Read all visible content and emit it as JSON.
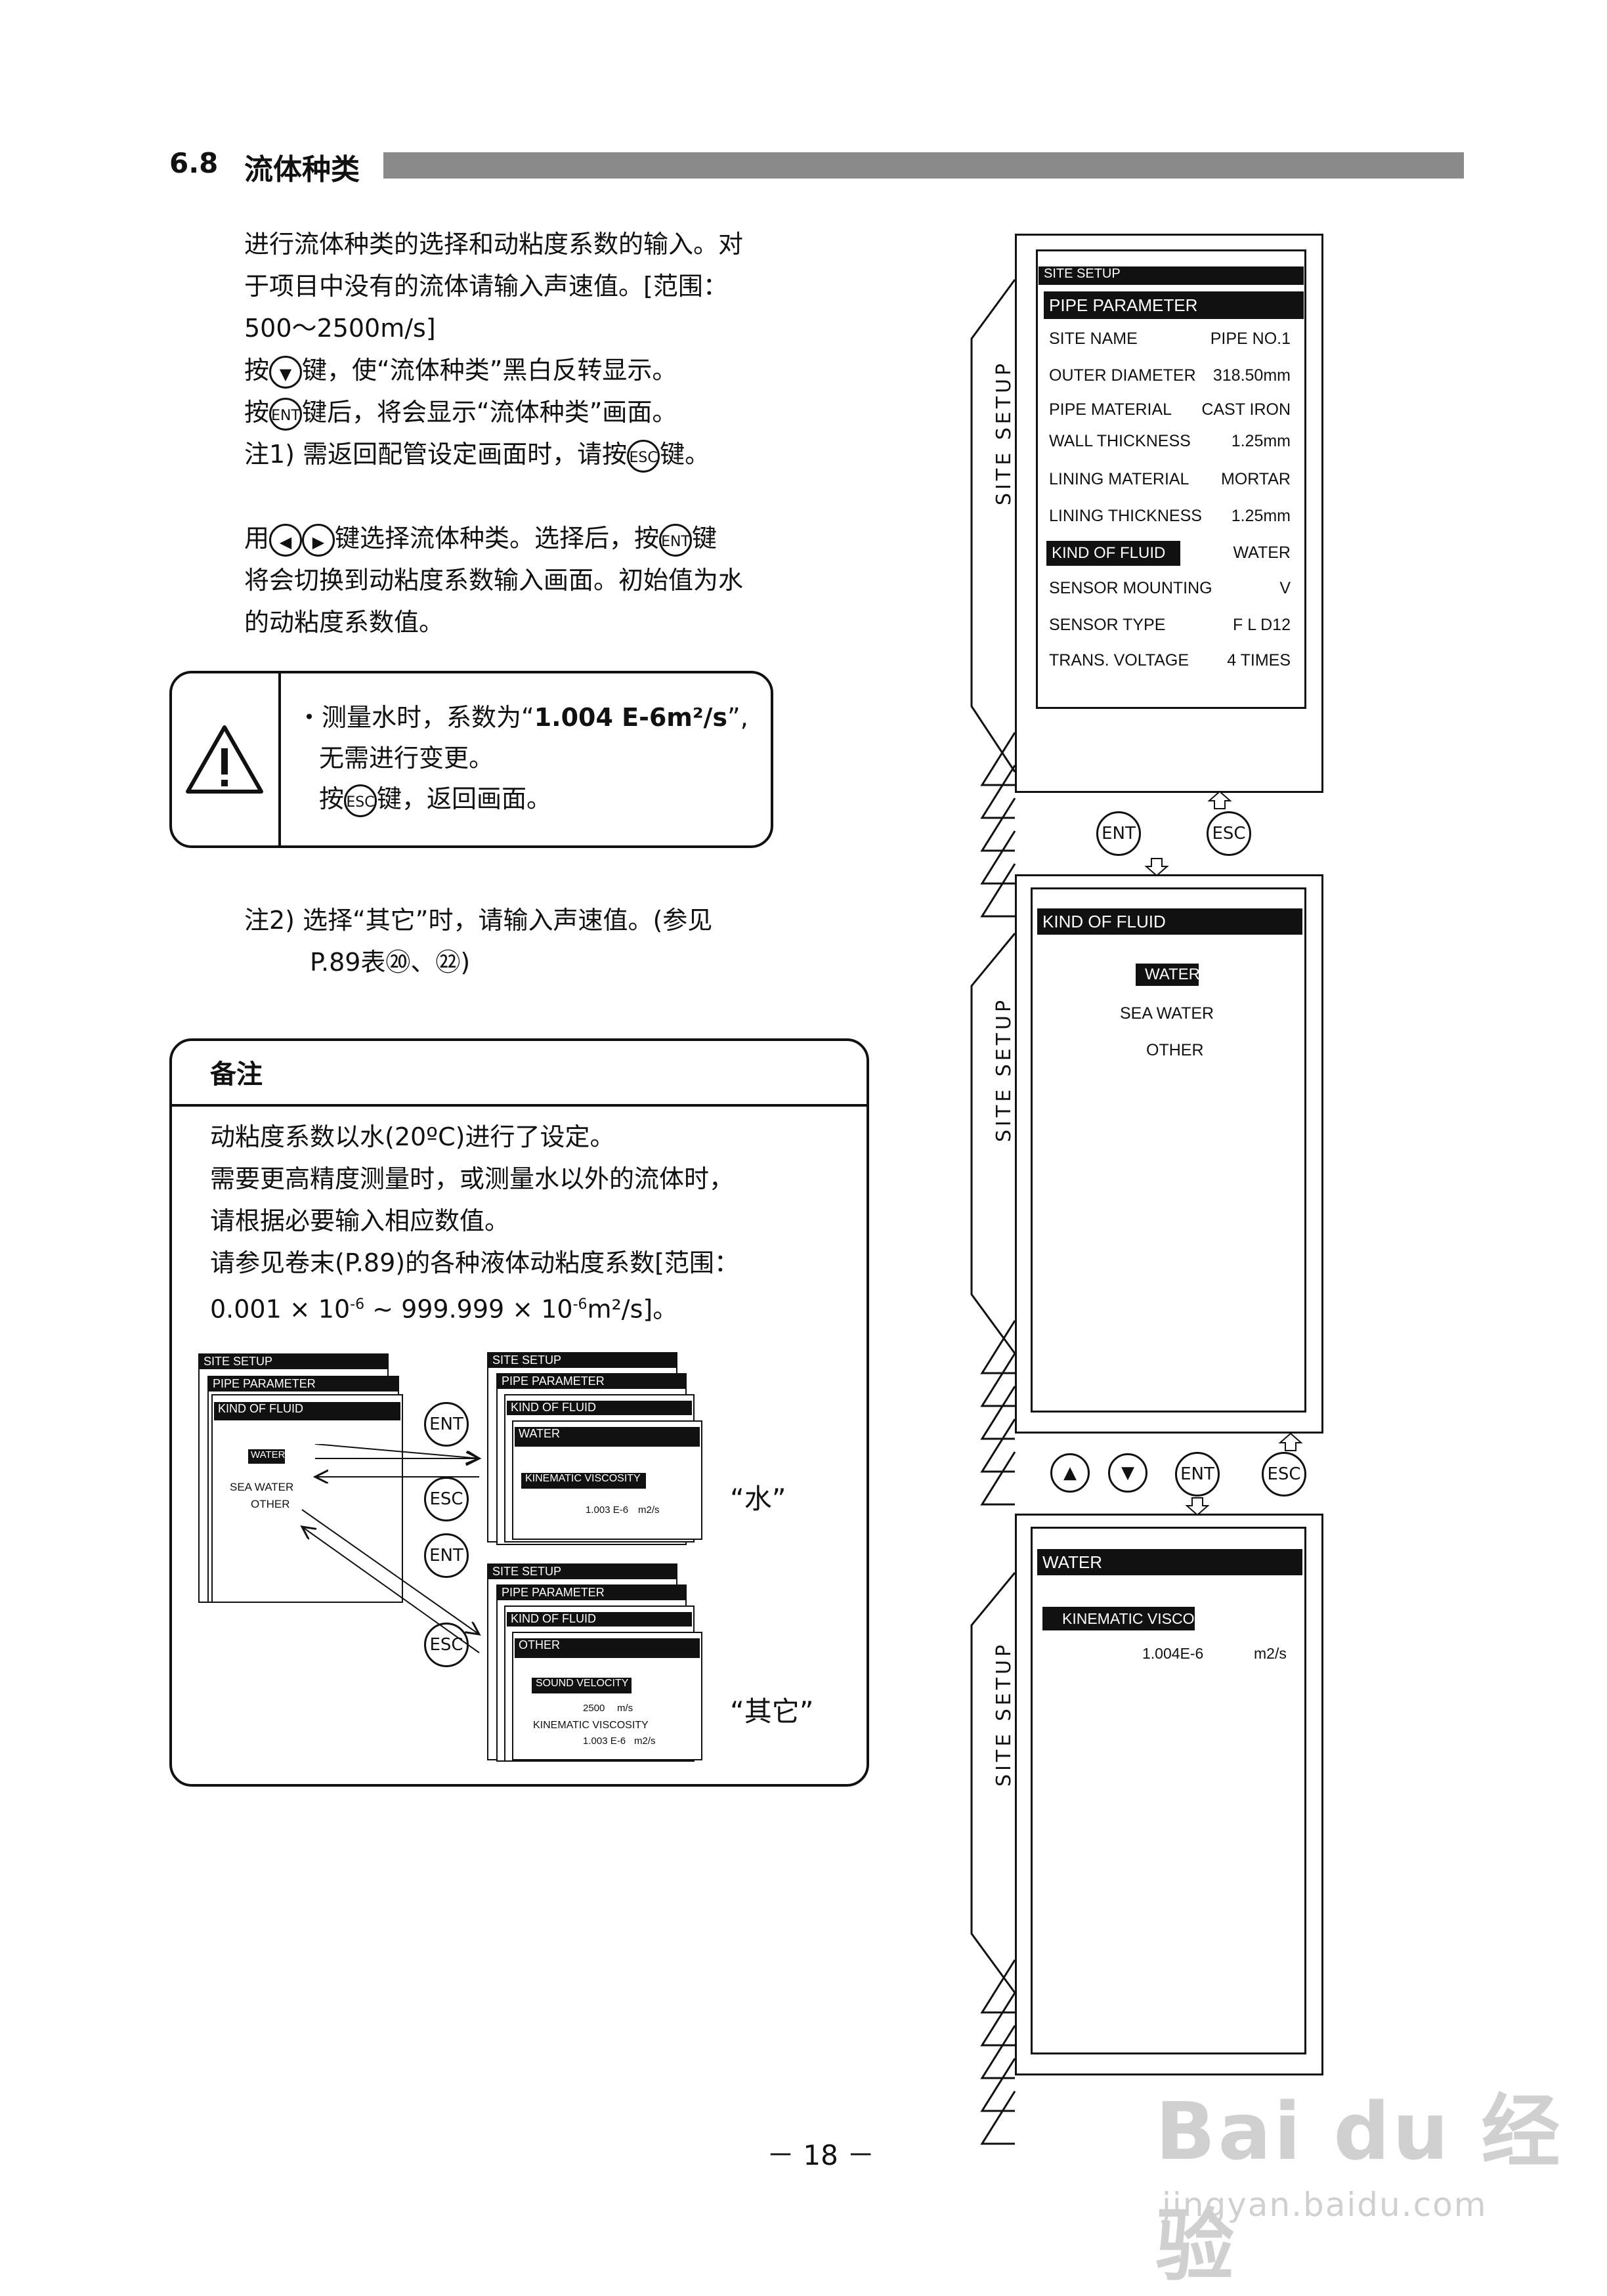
{
  "section": {
    "number": "6.8",
    "title": "流体种类"
  },
  "intro": {
    "line1": "进行流体种类的选择和动粘度系数的输入。对",
    "line2": "于项目中没有的流体请输入声速值。[范围：",
    "line3": "500～2500m/s]",
    "line4_pre": "按",
    "line4_post": "键，使“流体种类”黑白反转显示。",
    "line5_pre": "按",
    "line5_post": "键后，将会显示“流体种类”画面。",
    "line6_pre": "注1) 需返回配管设定画面时，请按",
    "line6_post": "键。",
    "line7_pre": "用",
    "line7_mid": "键选择流体种类。选择后，按",
    "line7_post": "键",
    "line8": "将会切换到动粘度系数输入画面。初始值为水",
    "line9": "的动粘度系数值。"
  },
  "keys": {
    "down": "▼",
    "up": "▲",
    "left": "◀",
    "right": "▶",
    "ent": "ENT",
    "esc": "ESC"
  },
  "warning": {
    "icon": "warning-triangle-icon",
    "line1_pre": "・测量水时，系数为“",
    "line1_bold": "1.004 E-6m²/s",
    "line1_post": "”,",
    "line2": "无需进行变更。",
    "line3_pre": "按",
    "line3_post": "键，返回画面。"
  },
  "note2": {
    "line1": "注2)  选择“其它”时，请输入声速值。(参见",
    "line2": "P.89表⑳、㉒)"
  },
  "remark": {
    "title": "备注",
    "line1": "动粘度系数以水(20ºC)进行了设定。",
    "line2": "需要更高精度测量时，或测量水以外的流体时，",
    "line3": "请根据必要输入相应数值。",
    "line4": "请参见卷末(P.89)的各种液体动粘度系数[范围：",
    "line5_a": "0.001 × 10",
    "line5_b": "-6",
    "line5_c": " ~ 999.999 × 10",
    "line5_d": "-6",
    "line5_e": "m²/s]。",
    "quote_water": "“水”",
    "quote_other": "“其它”"
  },
  "screens": {
    "side_label": "SITE SETUP",
    "screen1": {
      "header_back": "SITE SETUP",
      "header": "PIPE PARAMETER",
      "rows": [
        {
          "label": "SITE NAME",
          "value": "PIPE NO.1"
        },
        {
          "label": "OUTER DIAMETER",
          "value": "318.50mm"
        },
        {
          "label": "PIPE MATERIAL",
          "value": "CAST IRON"
        },
        {
          "label": "WALL THICKNESS",
          "value": "1.25mm"
        },
        {
          "label": "LINING MATERIAL",
          "value": "MORTAR"
        },
        {
          "label": "LINING THICKNESS",
          "value": "1.25mm"
        },
        {
          "label": "KIND OF FLUID",
          "value": "WATER"
        },
        {
          "label": "SENSOR MOUNTING",
          "value": "V"
        },
        {
          "label": "SENSOR TYPE",
          "value": "F L D12"
        },
        {
          "label": "TRANS. VOLTAGE",
          "value": "4 TIMES"
        }
      ]
    },
    "screen2": {
      "header": "KIND OF FLUID",
      "options": [
        "WATER",
        "SEA WATER",
        "OTHER"
      ]
    },
    "screen3": {
      "header": "WATER",
      "field": "KINEMATIC VISCOSITY",
      "value": "1.004E-6",
      "unit": "m2/s"
    },
    "mini_water": {
      "back1": "SITE SETUP",
      "back2": "PIPE PARAMETER",
      "back3": "KIND OF FLUID",
      "header": "WATER",
      "field": "KINEMATIC VISCOSITY",
      "value": "1.003 E-6",
      "unit": "m2/s"
    },
    "mini_other": {
      "back1": "SITE SETUP",
      "back2": "PIPE PARAMETER",
      "back3": "KIND OF FLUID",
      "header": "OTHER",
      "field": "SOUND VELOCITY",
      "sv_value": "2500",
      "sv_unit": "m/s",
      "field2": "KINEMATIC VISCOSITY",
      "kv_value": "1.003 E-6",
      "kv_unit": "m2/s"
    },
    "mini_left": {
      "back1": "SITE SETUP",
      "back2": "PIPE PARAMETER",
      "header": "KIND OF FLUID",
      "options": [
        "WATER",
        "SEA WATER",
        "OTHER"
      ]
    }
  },
  "page_number": "－ 18 －",
  "watermark": {
    "logo": "Bai du 经验",
    "url": "jingyan.baidu.com"
  }
}
